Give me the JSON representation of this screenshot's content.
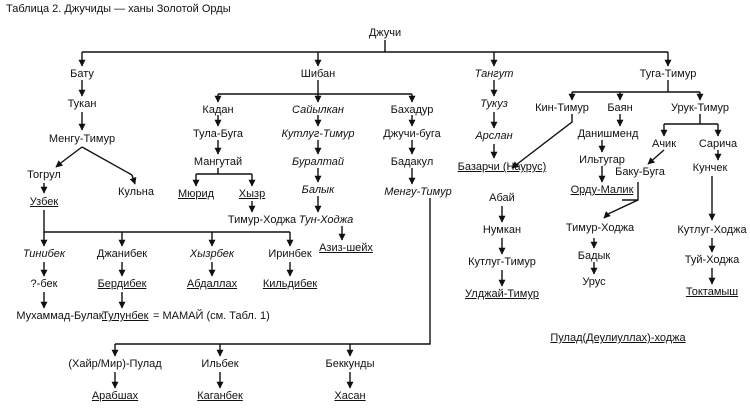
{
  "title": "Таблица 2. Джучиды — ханы Золотой Орды",
  "nodes": {
    "dzhuchi": "Джучи",
    "batu": "Бату",
    "shiban": "Шибан",
    "tangut": "Тангут",
    "tuga_timur": "Туга-Тимур",
    "tukan": "Тукан",
    "mengu_timur_1": "Менгу-Тимур",
    "togrul": "Тогрул",
    "uzbek": "Узбек",
    "kulna": "Кульна",
    "kadan": "Кадан",
    "tula_buga": "Тула-Буга",
    "mangutai": "Мангутай",
    "murid": "Мюрид",
    "khyzr": "Хызр",
    "timur_khodzha_1": "Тимур-Ходжа",
    "saiylkan": "Сайылкан",
    "kutlug_timur_1": "Кутлуг-Тимур",
    "buraltai": "Буралтай",
    "balyk": "Балык",
    "tun_khodzha": "Тун-Ходжа",
    "aziz_sheikh": "Азиз-шейх",
    "bakhadur": "Бахадур",
    "dzhuchi_buga": "Джучи-буга",
    "badakul": "Бадакул",
    "mengu_timur_2": "Менгу-Тимур",
    "tukuz": "Тукуз",
    "arslan": "Арслан",
    "bazarchi": "Базарчи (Наурус)",
    "kin_timur": "Кин-Тимур",
    "abai": "Абай",
    "numkan": "Нумкан",
    "kutlug_timur_2": "Кутлуг-Тимур",
    "uldzhai_timur": "Улджай-Тимур",
    "bayan": "Баян",
    "danishmend": "Данишменд",
    "ilтугar": "Ильтугар",
    "ordu_malik": "Орду-Малик",
    "uruk_timur": "Урук-Тимур",
    "achik": "Ачик",
    "baku_buga": "Баку-Буга",
    "timur_khodzha_2": "Тимур-Ходжа",
    "badyk": "Бадык",
    "urus": "Урус",
    "saricha": "Сарича",
    "kunchek": "Кунчек",
    "kutlug_khodzha": "Кутлуг-Ходжа",
    "tui_khodzha": "Туй-Ходжа",
    "tokhtamysh": "Токтамыш",
    "tinibek": "Тинибек",
    "q_bek": "?-бек",
    "mukhammad_bulak": "Мухаммад-Булак",
    "dzhanibek": "Джанибек",
    "berdibek": "Бердибек",
    "tulunbek": "Тулунбек",
    "mamai_note": "= МАМАЙ (см. Табл. 1)",
    "khyzrbek": "Хызрбек",
    "abdallakh": "Абдаллах",
    "iribek": "Иринбек",
    "kildibek": "Кильдибек",
    "pulad_deuliullakh": "Пулад(Деулиуллах)-ходжа",
    "khair_pulad": "(Хайр/Мир)-Пулад",
    "arabshakh": "Арабшах",
    "ilbek": "Ильбек",
    "kaganbek": "Каганбек",
    "bekkundy": "Беккунды",
    "khasan": "Хасан"
  }
}
